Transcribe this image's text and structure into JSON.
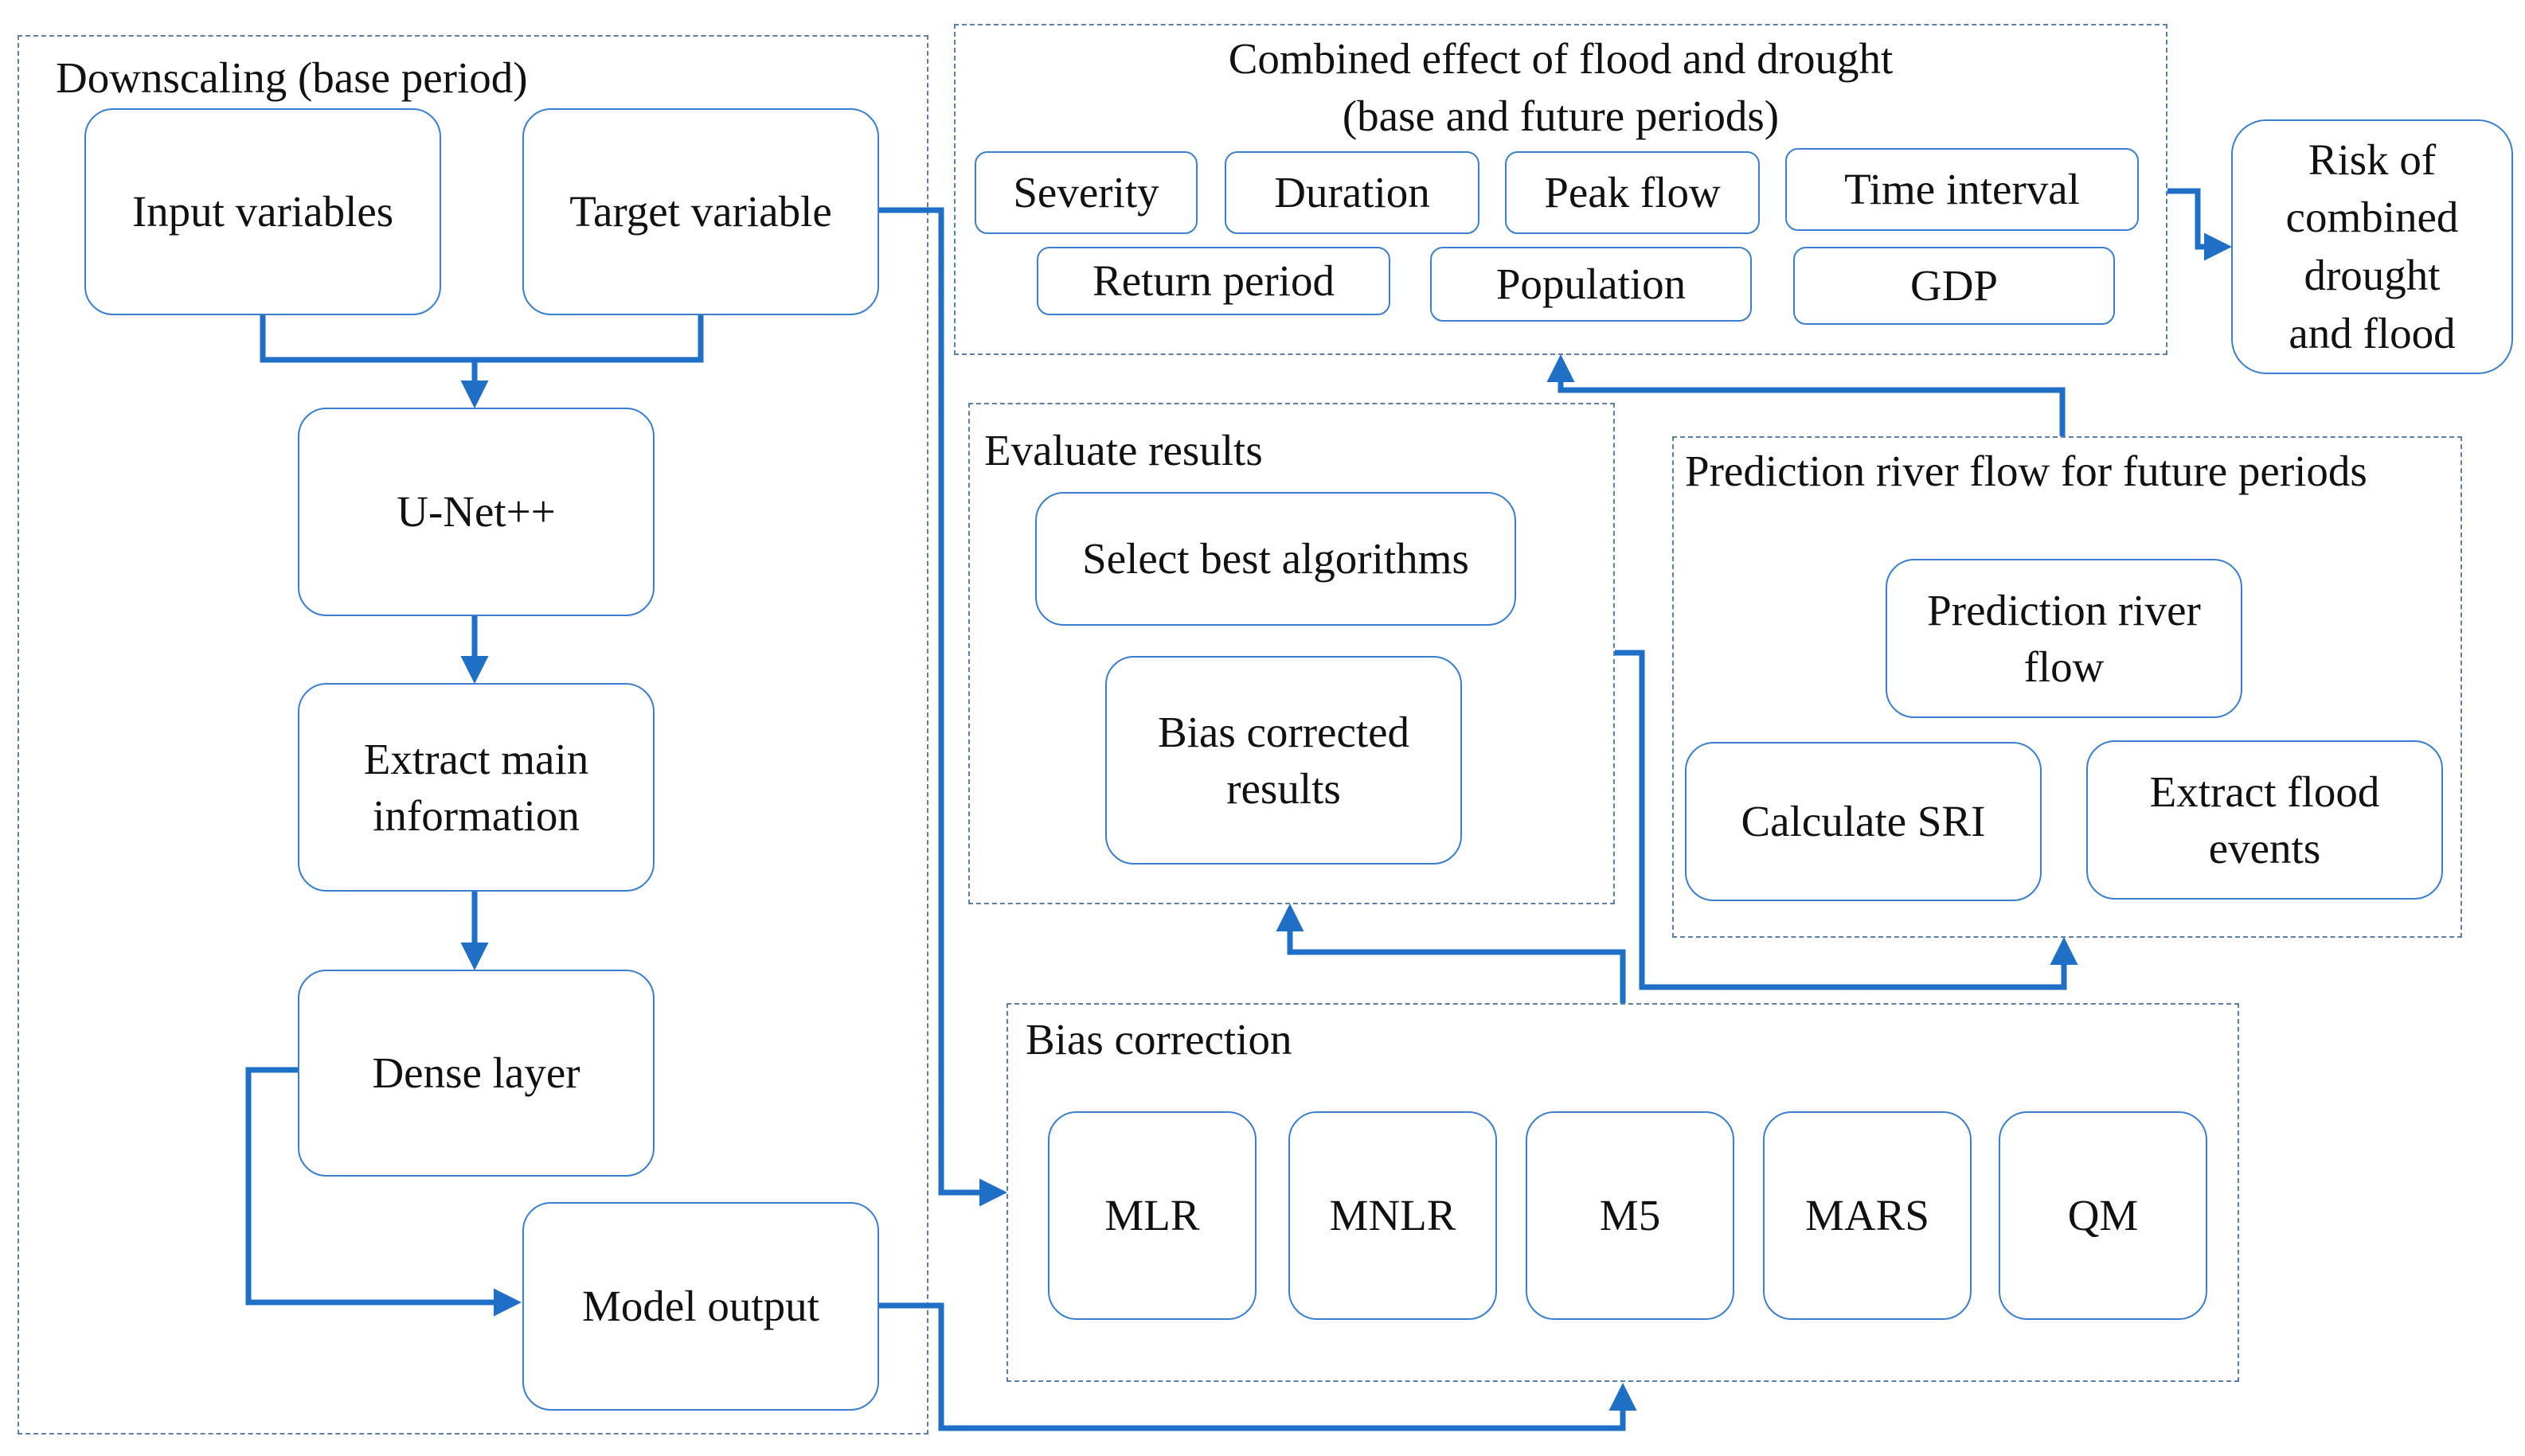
{
  "groups": {
    "downscaling": "Downscaling (base period)",
    "combined_line1": "Combined effect of flood and drought",
    "combined_line2": "(base and future periods)",
    "evaluate": "Evaluate results",
    "prediction": "Prediction river flow for future periods",
    "bias_correction": "Bias correction"
  },
  "downscaling_boxes": {
    "input": "Input variables",
    "target": "Target variable",
    "unet": "U-Net++",
    "extract_l1": "Extract main",
    "extract_l2": "information",
    "dense": "Dense layer",
    "output": "Model output"
  },
  "combined_items": {
    "severity": "Severity",
    "duration": "Duration",
    "peak": "Peak flow",
    "interval": "Time interval",
    "return": "Return period",
    "population": "Population",
    "gdp": "GDP"
  },
  "risk": {
    "l1": "Risk of",
    "l2": "combined",
    "l3": "drought",
    "l4": "and flood"
  },
  "evaluate_boxes": {
    "select": "Select best algorithms",
    "bias_l1": "Bias corrected",
    "bias_l2": "results"
  },
  "prediction_boxes": {
    "flow_l1": "Prediction river",
    "flow_l2": "flow",
    "sri": "Calculate SRI",
    "flood_l1": "Extract flood",
    "flood_l2": "events"
  },
  "bias_methods": [
    "MLR",
    "MNLR",
    "M5",
    "MARS",
    "QM"
  ],
  "colors": {
    "arrow": "#1f6fc7",
    "box_border": "#3a7fcf",
    "group_border": "#5a7fa8"
  }
}
